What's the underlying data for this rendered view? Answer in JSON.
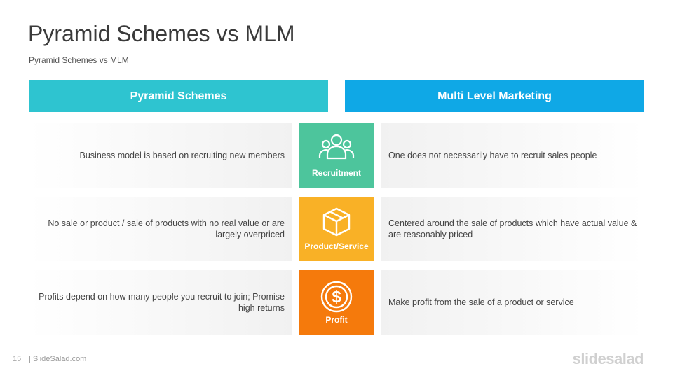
{
  "slide": {
    "title": "Pyramid Schemes vs MLM",
    "subtitle": "Pyramid  Schemes  vs MLM"
  },
  "columns": {
    "left_header": "Pyramid Schemes",
    "right_header": "Multi Level Marketing"
  },
  "rows": [
    {
      "category": "Recruitment",
      "icon": "people-group-icon",
      "color": "#4dc59c",
      "left": "Business  model  is based  on recruiting  new members",
      "right": "One  does  not  necessarily  have  to recruit  sales people"
    },
    {
      "category": "Product/Service",
      "icon": "box-icon",
      "color": "#f9b126",
      "left": "No sale or product  /  sale of products  with no real value or are largely  overpriced",
      "right": "Centered  around  the sale of products  which have actual value & are reasonably  priced"
    },
    {
      "category": "Profit",
      "icon": "dollar-coin-icon",
      "color": "#f57a0c",
      "left": "Profits  depend  on how many people  you recruit  to join; Promise  high returns",
      "right": "Make profit  from the sale of a product  or service"
    }
  ],
  "footer": {
    "page_number": "15",
    "site": "|  SlideSalad.com",
    "brand": "slidesalad"
  },
  "colors": {
    "left_header": "#2ec4d0",
    "right_header": "#0fa8e6"
  }
}
